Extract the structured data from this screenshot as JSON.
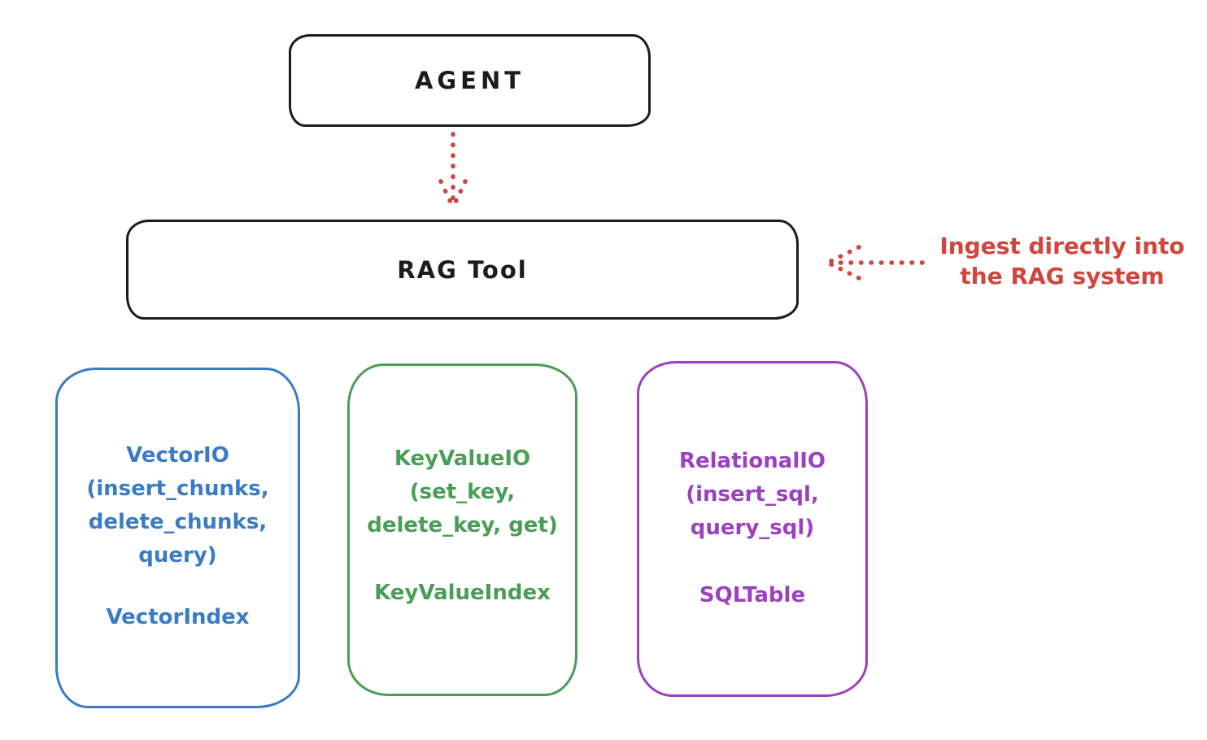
{
  "diagram": {
    "agent": {
      "label": "AGENT"
    },
    "rag_tool": {
      "label": "RAG Tool"
    },
    "annotation": {
      "line1": "Ingest directly into",
      "line2": "the RAG system"
    },
    "cards": [
      {
        "id": "vector-io",
        "lines": [
          "VectorIO",
          "(insert_chunks,",
          "delete_chunks,",
          "query)"
        ],
        "footer": "VectorIndex",
        "color": "#3b7bc4"
      },
      {
        "id": "keyvalue-io",
        "lines": [
          "KeyValueIO",
          "(set_key,",
          "delete_key, get)"
        ],
        "footer": "KeyValueIndex",
        "color": "#4a9d55"
      },
      {
        "id": "relational-io",
        "lines": [
          "RelationalIO",
          "(insert_sql,",
          "query_sql)"
        ],
        "footer": "SQLTable",
        "color": "#9c41bd"
      }
    ],
    "colors": {
      "ink": "#1c1c1c",
      "red": "#d0453e",
      "blue": "#3b7bc4",
      "green": "#4a9d55",
      "purple": "#9c41bd"
    }
  }
}
